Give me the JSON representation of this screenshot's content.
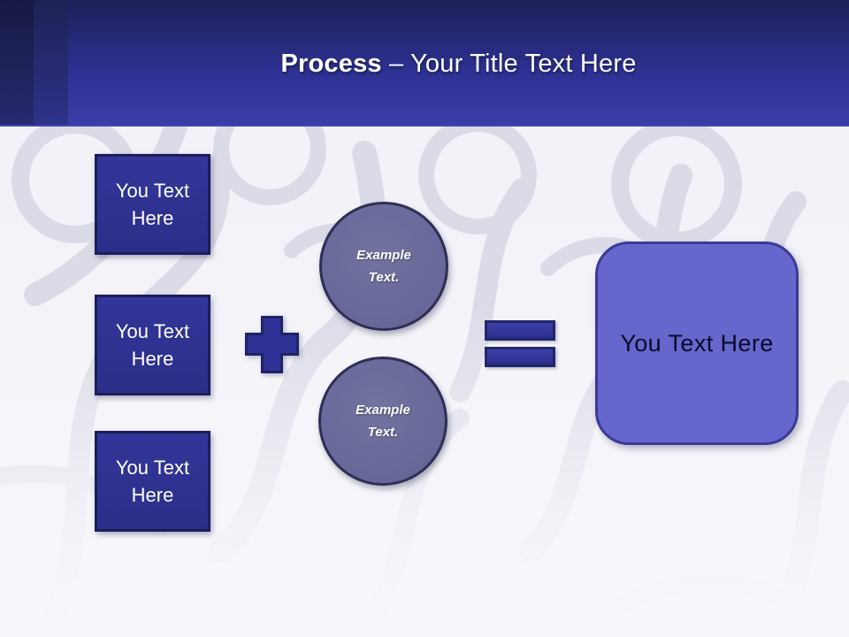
{
  "header": {
    "title_bold": "Process",
    "title_regular": " – Your Title Text Here"
  },
  "diagram": {
    "input_boxes": [
      {
        "label": "You Text Here"
      },
      {
        "label": "You Text Here"
      },
      {
        "label": "You Text Here"
      }
    ],
    "plus_icon": "plus-sign",
    "equals_icon": "equals-sign",
    "circles": [
      {
        "label": "Example Text."
      },
      {
        "label": "Example Text."
      }
    ],
    "result_box": {
      "label": "You Text Here"
    }
  },
  "colors": {
    "header_top": "#1d2058",
    "header_bottom": "#3a3da8",
    "box_fill": "#2e3192",
    "box_border": "#1b1e5a",
    "circle_fill": "#6a6a9c",
    "circle_border": "#2e2e55",
    "result_fill": "#6666cc",
    "result_border": "#3a3a99",
    "operator_fill": "#2f3295",
    "body_background": "#f4f4f9",
    "pattern": "#c9c9db",
    "text_light": "#ffffff",
    "text_dark": "#0a0a2a"
  }
}
